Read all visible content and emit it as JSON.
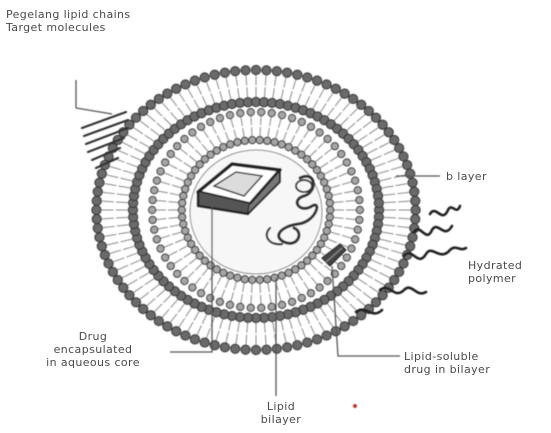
{
  "labels": {
    "top_left": [
      "Pegelang lipid chains",
      "Target molecules"
    ],
    "right_upper": "b layer",
    "right_middle": [
      "Hydrated",
      "polymer"
    ],
    "bottom_left": [
      "Drug",
      "encapsulated",
      "in aqueous core"
    ],
    "bottom_center": [
      "Lipid",
      "bilayer"
    ],
    "bottom_right": [
      "Lipid-soluble",
      "drug in bilayer"
    ]
  },
  "colors": {
    "ink": "#4a4a4a",
    "membrane_dark": "#3d3d3d",
    "membrane_light": "#9a9a9a",
    "core": "#f5f5f5",
    "accent_dot": "#c0392b"
  }
}
